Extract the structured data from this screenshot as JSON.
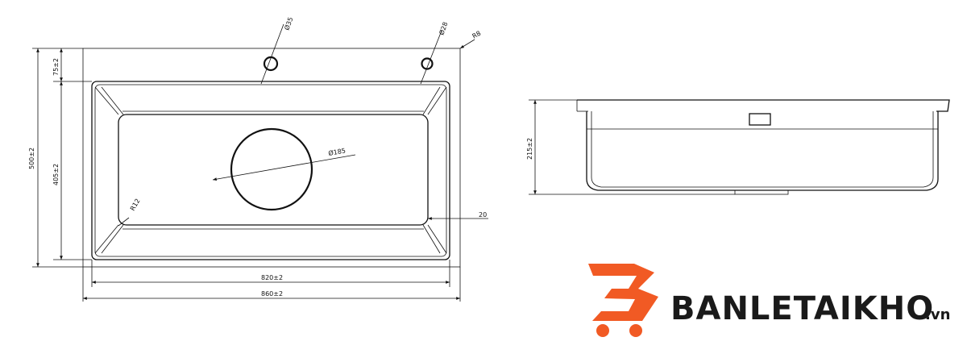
{
  "top_view": {
    "hole_large_label": "Ø35",
    "hole_small_label": "Ø28",
    "corner_label": "R8",
    "ledge_label": "75±2",
    "outer_height_label": "500±2",
    "inner_height_label": "405±2",
    "drain_label": "Ø185",
    "inner_radius_label": "R12",
    "offset_label": "20",
    "inner_width_label": "820±2",
    "outer_width_label": "860±2"
  },
  "side_view": {
    "depth_label": "215±2"
  },
  "brand": {
    "name": "BANLETAIKHO",
    "suffix": ".vn",
    "logo_color": "#F15A24",
    "text_color": "#1A1A1A"
  }
}
